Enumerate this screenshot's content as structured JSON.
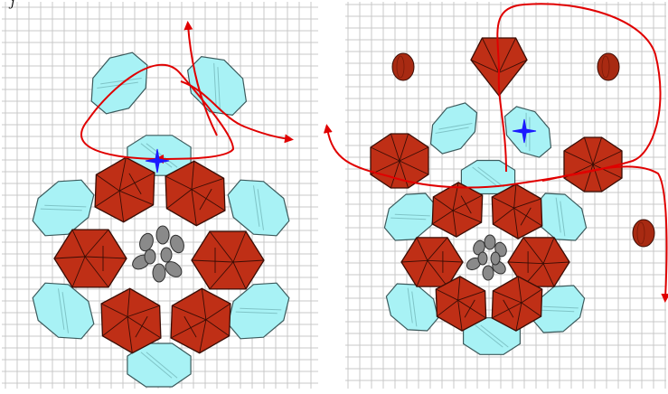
{
  "corner_mark": "j",
  "colors": {
    "grid_line": "#c9c9c9",
    "crystal_fill": "#bf2f16",
    "crystal_stroke": "#3a0d05",
    "crystal_facet": "#3a0d05",
    "bead_fill": "#a8f2f5",
    "bead_stroke": "#3c5a5c",
    "bead_highlight": "#7fc4c7",
    "seed_bead_fill": "#8a8a8a",
    "seed_bead_stroke": "#303030",
    "rondelle_fill": "#a82a12",
    "thread_path": "#e00000",
    "needle_start_marker": "#1a1aff",
    "background": "#ffffff"
  },
  "panels": [
    {
      "name": "step-left",
      "description_icon": "bicone-flower-step"
    },
    {
      "name": "step-right",
      "description_icon": "bicone-flower-step"
    }
  ]
}
